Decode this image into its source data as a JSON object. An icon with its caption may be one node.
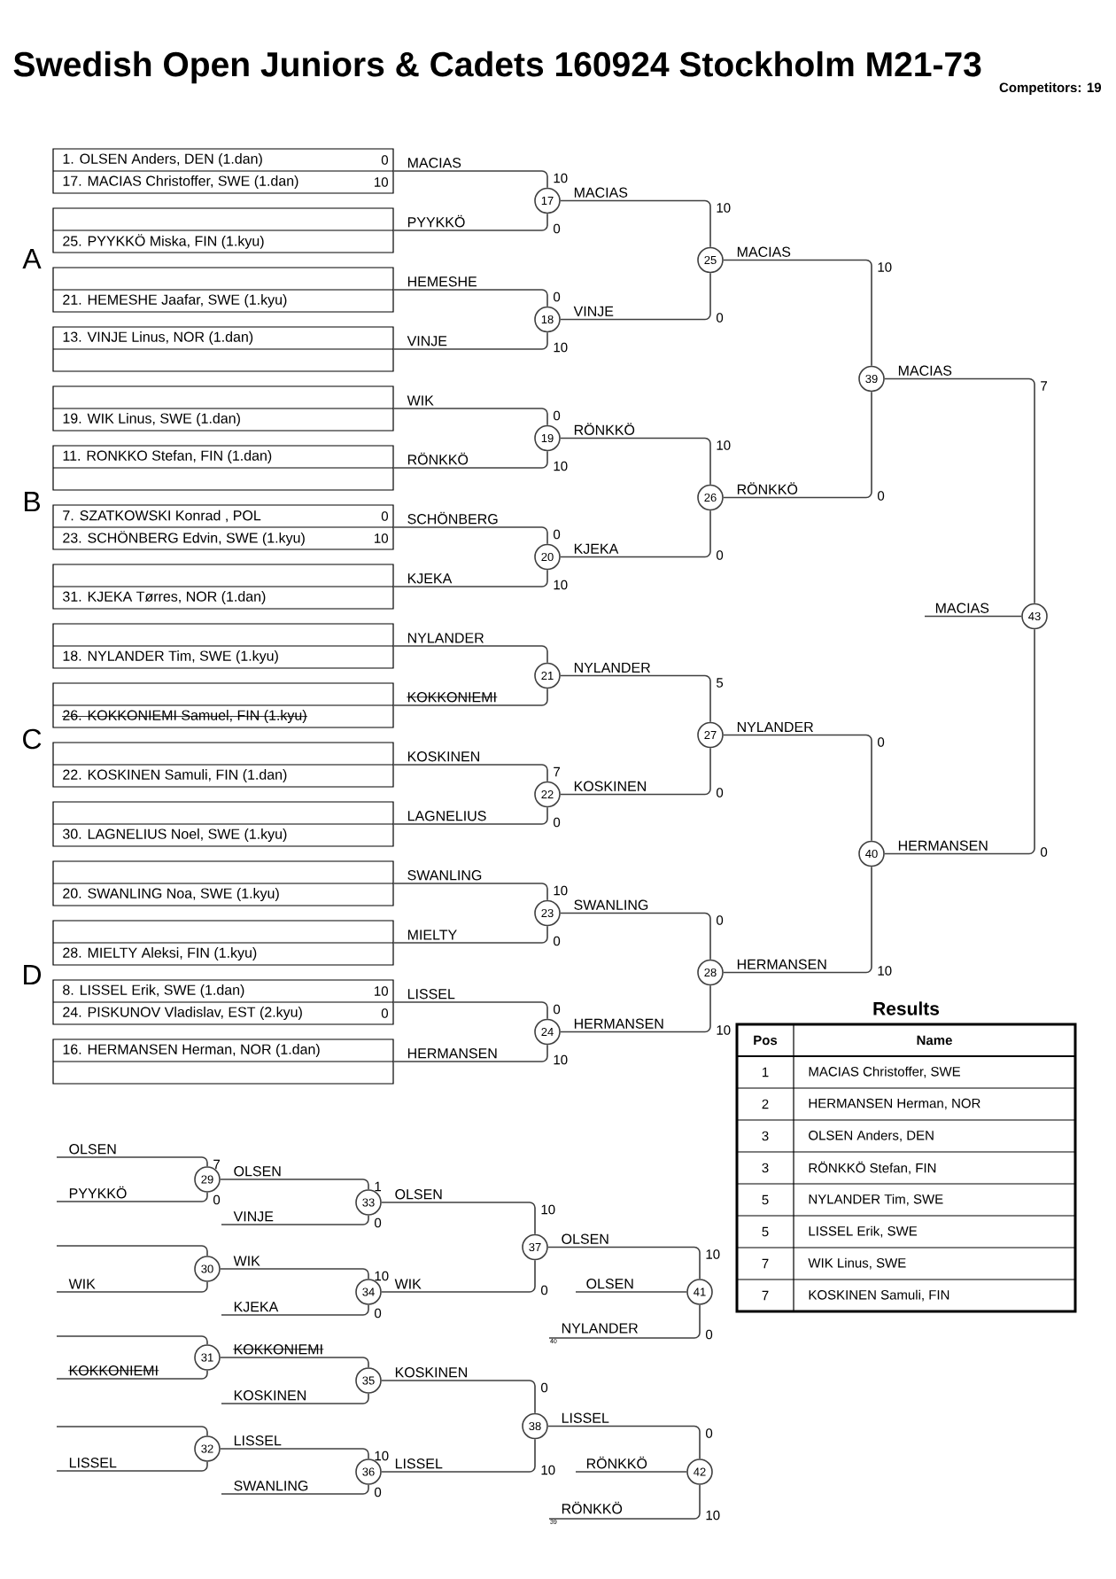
{
  "diagram": {
    "title": "Swedish Open Juniors & Cadets 160924 Stockholm M21-73",
    "nodes": [
      {
        "text": [
          "1. OLSEN Anders, DEN (1.dan)",
          "17. MACIAS Christoffer, SWE (1.dan)"
        ]
      },
      {
        "text": [
          "25. PYYKKÖ Miska, FIN (1.kyu)"
        ]
      },
      {
        "text": [
          "21. HEMESHE Jaafar, SWE (1.kyu)"
        ]
      },
      {
        "text": [
          "13. VINJE Linus, NOR (1.dan)"
        ]
      },
      {
        "text": [
          "19. WIK Linus, SWE (1.dan)"
        ]
      },
      {
        "text": [
          "11. RONKKO Stefan, FIN (1.dan)"
        ]
      },
      {
        "text": [
          "7. SZATKOWSKI Konrad , POL",
          "23. SCHÖNBERG Edvin, SWE (1.kyu)"
        ]
      },
      {
        "text": [
          "31. KJEKA Tørres, NOR (1.dan)"
        ]
      },
      {
        "text": [
          "18. NYLANDER Tim, SWE (1.kyu)"
        ]
      },
      {
        "text": [
          "26. KOKKONIEMI Samuel, FIN (1.kyu)"
        ]
      },
      {
        "text": [
          "22. KOSKINEN Samuli, FIN (1.dan)"
        ]
      },
      {
        "text": [
          "30. LAGNELIUS Noel, SWE (1.kyu)"
        ]
      },
      {
        "text": [
          "20. SWANLING Noa, SWE (1.kyu)"
        ]
      },
      {
        "text": [
          "28. MIELTY Aleksi, FIN (1.kyu)"
        ]
      },
      {
        "text": [
          "8. LISSEL Erik, SWE (1.dan)",
          "24. PISKUNOV Vladislav, EST (2.kyu)"
        ]
      },
      {
        "text": [
          "16. HERMANSEN Herman, NOR (1.dan)"
        ]
      },
      {
        "text": [
          "17"
        ]
      },
      {
        "text": [
          "18"
        ]
      },
      {
        "text": [
          "19"
        ]
      },
      {
        "text": [
          "20"
        ]
      },
      {
        "text": [
          "21"
        ]
      },
      {
        "text": [
          "22"
        ]
      },
      {
        "text": [
          "23"
        ]
      },
      {
        "text": [
          "24"
        ]
      },
      {
        "text": [
          "25"
        ]
      },
      {
        "text": [
          "26"
        ]
      },
      {
        "text": [
          "27"
        ]
      },
      {
        "text": [
          "28"
        ]
      },
      {
        "text": [
          "39"
        ]
      },
      {
        "text": [
          "40"
        ]
      },
      {
        "text": [
          "43"
        ]
      },
      {
        "text": [
          "29"
        ]
      },
      {
        "text": [
          "30"
        ]
      },
      {
        "text": [
          "31"
        ]
      },
      {
        "text": [
          "32"
        ]
      },
      {
        "text": [
          "33"
        ]
      },
      {
        "text": [
          "34"
        ]
      },
      {
        "text": [
          "35"
        ]
      },
      {
        "text": [
          "36"
        ]
      },
      {
        "text": [
          "37"
        ]
      },
      {
        "text": [
          "38"
        ]
      },
      {
        "text": [
          "41"
        ]
      },
      {
        "text": [
          "42"
        ]
      },
      {
        "text": [
          "40"
        ]
      },
      {
        "text": [
          "39"
        ]
      }
    ],
    "edges": [
      {
        "from": 0,
        "to": 16,
        "arrow": "none",
        "label": "MACIAS"
      },
      {
        "from": 1,
        "to": 16,
        "arrow": "none",
        "label": "PYYKKÖ"
      },
      {
        "from": 2,
        "to": 17,
        "arrow": "none",
        "label": "HEMESHE"
      },
      {
        "from": 3,
        "to": 17,
        "arrow": "none",
        "label": "VINJE"
      },
      {
        "from": 4,
        "to": 18,
        "arrow": "none",
        "label": "WIK"
      },
      {
        "from": 5,
        "to": 18,
        "arrow": "none",
        "label": "RÖNKKÖ"
      },
      {
        "from": 6,
        "to": 19,
        "arrow": "none",
        "label": "SCHÖNBERG"
      },
      {
        "from": 7,
        "to": 19,
        "arrow": "none",
        "label": "KJEKA"
      },
      {
        "from": 8,
        "to": 20,
        "arrow": "none",
        "label": "NYLANDER"
      },
      {
        "from": 9,
        "to": 20,
        "arrow": "none",
        "label": "KOKKONIEMI"
      },
      {
        "from": 10,
        "to": 21,
        "arrow": "none",
        "label": "KOSKINEN"
      },
      {
        "from": 11,
        "to": 21,
        "arrow": "none",
        "label": "LAGNELIUS"
      },
      {
        "from": 12,
        "to": 22,
        "arrow": "none",
        "label": "SWANLING"
      },
      {
        "from": 13,
        "to": 22,
        "arrow": "none",
        "label": "MIELTY"
      },
      {
        "from": 14,
        "to": 23,
        "arrow": "none",
        "label": "LISSEL"
      },
      {
        "from": 15,
        "to": 23,
        "arrow": "none",
        "label": "HERMANSEN"
      },
      {
        "from": 16,
        "to": 24,
        "arrow": "none",
        "label": "MACIAS"
      },
      {
        "from": 17,
        "to": 24,
        "arrow": "none",
        "label": "VINJE"
      },
      {
        "from": 18,
        "to": 25,
        "arrow": "none",
        "label": "RÖNKKÖ"
      },
      {
        "from": 19,
        "to": 25,
        "arrow": "none",
        "label": "KJEKA"
      },
      {
        "from": 20,
        "to": 26,
        "arrow": "none",
        "label": "NYLANDER"
      },
      {
        "from": 21,
        "to": 26,
        "arrow": "none",
        "label": "KOSKINEN"
      },
      {
        "from": 22,
        "to": 27,
        "arrow": "none",
        "label": "SWANLING"
      },
      {
        "from": 23,
        "to": 27,
        "arrow": "none",
        "label": "HERMANSEN"
      },
      {
        "from": 24,
        "to": 28,
        "arrow": "none",
        "label": "MACIAS"
      },
      {
        "from": 25,
        "to": 28,
        "arrow": "none",
        "label": "RÖNKKÖ"
      },
      {
        "from": 26,
        "to": 29,
        "arrow": "none",
        "label": "NYLANDER"
      },
      {
        "from": 27,
        "to": 29,
        "arrow": "none",
        "label": "HERMANSEN"
      },
      {
        "from": 28,
        "to": 30,
        "arrow": "none",
        "label": "MACIAS"
      },
      {
        "from": 29,
        "to": 30,
        "arrow": "none",
        "label": "HERMANSEN"
      },
      {
        "from": 30,
        "to": null,
        "arrow": "none",
        "label": "MACIAS"
      },
      {
        "from": null,
        "to": 31,
        "arrow": "none",
        "label": "OLSEN"
      },
      {
        "from": null,
        "to": 31,
        "arrow": "none",
        "label": "PYYKKÖ"
      },
      {
        "from": 31,
        "to": 35,
        "arrow": "none",
        "label": "OLSEN"
      },
      {
        "from": null,
        "to": 35,
        "arrow": "none",
        "label": "VINJE"
      },
      {
        "from": null,
        "to": 32,
        "arrow": "none"
      },
      {
        "from": null,
        "to": 32,
        "arrow": "none",
        "label": "WIK"
      },
      {
        "from": 32,
        "to": 36,
        "arrow": "none",
        "label": "WIK"
      },
      {
        "from": null,
        "to": 36,
        "arrow": "none",
        "label": "KJEKA"
      },
      {
        "from": 35,
        "to": 39,
        "arrow": "none",
        "label": "OLSEN"
      },
      {
        "from": 36,
        "to": 39,
        "arrow": "none",
        "label": "WIK"
      },
      {
        "from": 39,
        "to": 41,
        "arrow": "none",
        "label": "OLSEN"
      },
      {
        "from": 43,
        "to": 41,
        "arrow": "none",
        "label": "NYLANDER"
      },
      {
        "from": 41,
        "to": null,
        "arrow": "none",
        "label": "OLSEN"
      },
      {
        "from": null,
        "to": 33,
        "arrow": "none"
      },
      {
        "from": null,
        "to": 33,
        "arrow": "none",
        "label": "KOKKONIEMI"
      },
      {
        "from": 33,
        "to": 37,
        "arrow": "none",
        "label": "KOKKONIEMI"
      },
      {
        "from": null,
        "to": 37,
        "arrow": "none",
        "label": "KOSKINEN"
      },
      {
        "from": 37,
        "to": 40,
        "arrow": "none",
        "label": "KOSKINEN"
      },
      {
        "from": null,
        "to": 34,
        "arrow": "none"
      },
      {
        "from": null,
        "to": 34,
        "arrow": "none",
        "label": "LISSEL"
      },
      {
        "from": 34,
        "to": 38,
        "arrow": "none",
        "label": "LISSEL"
      },
      {
        "from": null,
        "to": 38,
        "arrow": "none",
        "label": "SWANLING"
      },
      {
        "from": 38,
        "to": 40,
        "arrow": "none",
        "label": "LISSEL"
      },
      {
        "from": 40,
        "to": 42,
        "arrow": "none",
        "label": "LISSEL"
      },
      {
        "from": 44,
        "to": 42,
        "arrow": "none",
        "label": "RÖNKKÖ"
      },
      {
        "from": 42,
        "to": null,
        "arrow": "none",
        "label": "RÖNKKÖ"
      }
    ],
    "labels": [
      "Competitors: 19",
      "A",
      "B",
      "C",
      "D",
      "0",
      "10",
      "0",
      "10",
      "10",
      "0",
      "10",
      "0",
      "0",
      "10",
      "0",
      "10",
      "0",
      "10",
      "7",
      "0",
      "10",
      "0",
      "0",
      "10",
      "10",
      "0",
      "10",
      "0",
      "5",
      "0",
      "0",
      "10",
      "10",
      "0",
      "0",
      "10",
      "7",
      "0",
      "7",
      "0",
      "1",
      "0",
      "10",
      "0",
      "10",
      "0",
      "10",
      "0",
      "0",
      "10",
      "0",
      "10",
      "0",
      "10",
      "Results",
      "Pos",
      "Name",
      "1",
      "MACIAS Christoffer, SWE",
      "2",
      "HERMANSEN Herman, NOR",
      "3",
      "OLSEN Anders, DEN",
      "3",
      "RÖNKKÖ Stefan, FIN",
      "5",
      "NYLANDER Tim, SWE",
      "5",
      "LISSEL Erik, SWE",
      "7",
      "WIK Linus, SWE",
      "7",
      "KOSKINEN Samuli, FIN"
    ]
  }
}
